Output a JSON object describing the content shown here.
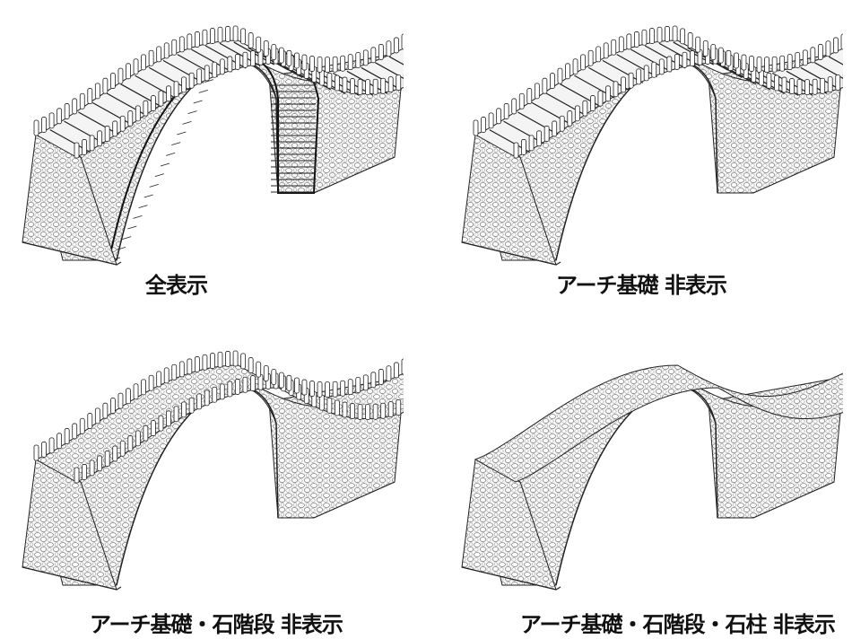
{
  "panels": [
    {
      "caption": "全表示",
      "show_arch_base": true,
      "show_stone_steps": true,
      "show_stone_posts": true
    },
    {
      "caption": "アーチ基礎 非表示",
      "show_arch_base": false,
      "show_stone_steps": true,
      "show_stone_posts": true
    },
    {
      "caption": "アーチ基礎・石階段 非表示",
      "show_arch_base": false,
      "show_stone_steps": false,
      "show_stone_posts": true
    },
    {
      "caption": "アーチ基礎・石階段・石柱 非表示",
      "show_arch_base": false,
      "show_stone_steps": false,
      "show_stone_posts": false
    }
  ]
}
